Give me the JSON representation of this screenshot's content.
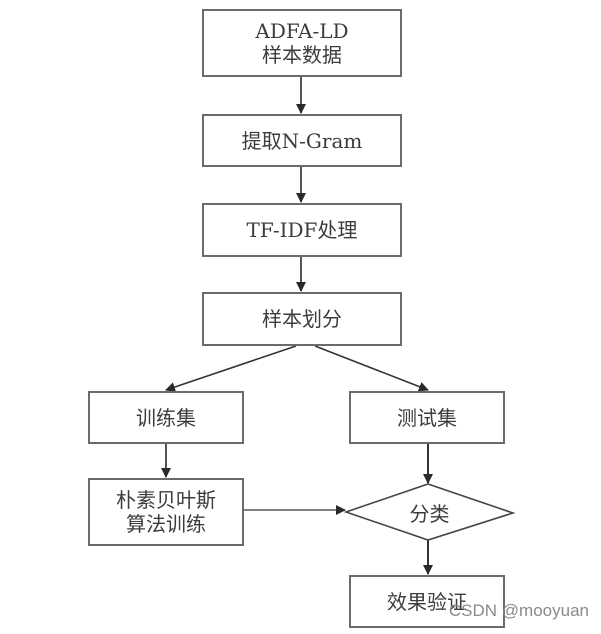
{
  "diagram": {
    "type": "flowchart",
    "nodes": [
      {
        "id": "data",
        "shape": "rect",
        "lines": [
          "ADFA-LD",
          "样本数据"
        ]
      },
      {
        "id": "ngram",
        "shape": "rect",
        "lines": [
          "提取N-Gram"
        ]
      },
      {
        "id": "tfidf",
        "shape": "rect",
        "lines": [
          "TF-IDF处理"
        ]
      },
      {
        "id": "split",
        "shape": "rect",
        "lines": [
          "样本划分"
        ]
      },
      {
        "id": "train",
        "shape": "rect",
        "lines": [
          "训练集"
        ]
      },
      {
        "id": "test",
        "shape": "rect",
        "lines": [
          "测试集"
        ]
      },
      {
        "id": "nb",
        "shape": "rect",
        "lines": [
          "朴素贝叶斯",
          "算法训练"
        ]
      },
      {
        "id": "classify",
        "shape": "diamond",
        "lines": [
          "分类"
        ]
      },
      {
        "id": "verify",
        "shape": "rect",
        "lines": [
          "效果验证"
        ]
      }
    ],
    "edges": [
      {
        "from": "data",
        "to": "ngram"
      },
      {
        "from": "ngram",
        "to": "tfidf"
      },
      {
        "from": "tfidf",
        "to": "split"
      },
      {
        "from": "split",
        "to": "train"
      },
      {
        "from": "split",
        "to": "test"
      },
      {
        "from": "train",
        "to": "nb"
      },
      {
        "from": "test",
        "to": "classify"
      },
      {
        "from": "nb",
        "to": "classify"
      },
      {
        "from": "classify",
        "to": "verify"
      }
    ]
  },
  "watermark": "CSDN @mooyuan"
}
